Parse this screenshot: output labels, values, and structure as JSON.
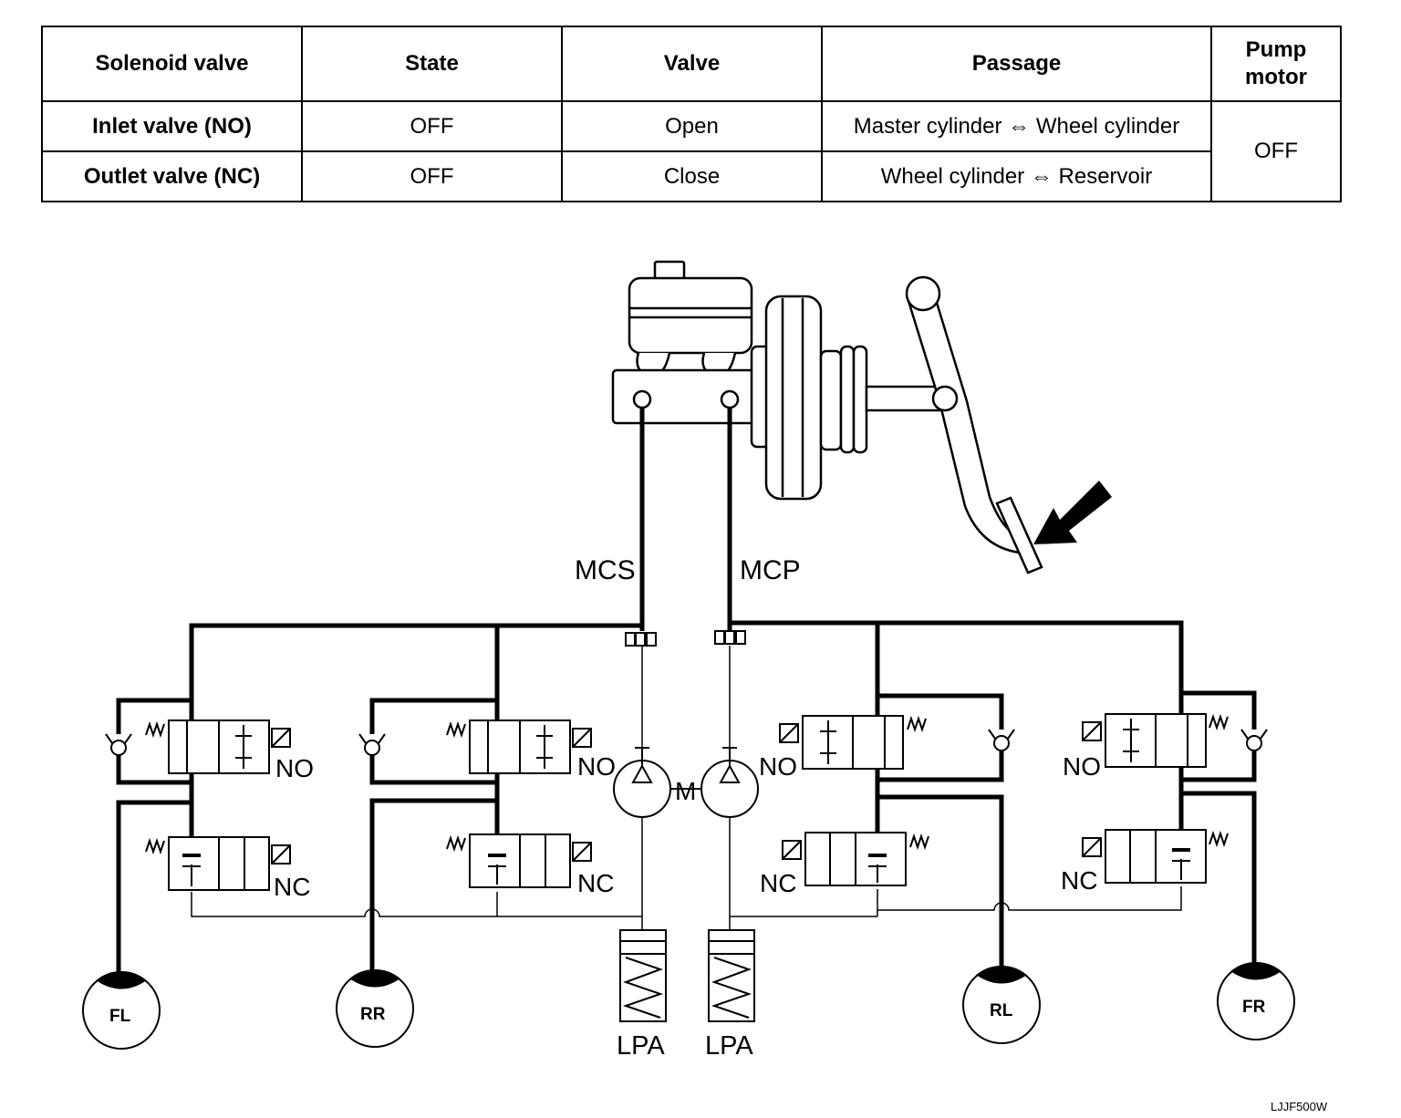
{
  "table": {
    "headers": [
      "Solenoid valve",
      "State",
      "Valve",
      "Passage",
      "Pump motor"
    ],
    "rows": [
      {
        "name": "Inlet valve (NO)",
        "state": "OFF",
        "valve": "Open",
        "passage": "Master cylinder ⇔ Wheel cylinder"
      },
      {
        "name": "Outlet valve (NC)",
        "state": "OFF",
        "valve": "Close",
        "passage": "Wheel cylinder ⇔ Reservoir"
      }
    ],
    "pump_motor": "OFF"
  },
  "diagram": {
    "line_labels": {
      "secondary": "MCS",
      "primary": "MCP"
    },
    "valve_labels": {
      "no": "NO",
      "nc": "NC"
    },
    "motor_label": "M",
    "accumulator_label": "LPA",
    "wheels": [
      "FL",
      "RR",
      "RL",
      "FR"
    ],
    "code": "LJJF500W"
  }
}
